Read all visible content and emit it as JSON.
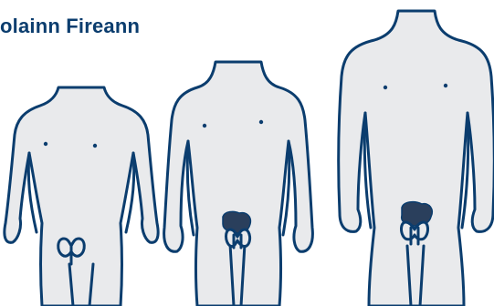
{
  "title": "olainn Fireann",
  "colors": {
    "outline": "#0b3d6e",
    "body_fill": "#e9eaec",
    "hair": "#2a3f5c",
    "title": "#0b3d6e"
  },
  "figures": [
    {
      "stage": "child"
    },
    {
      "stage": "adolescent"
    },
    {
      "stage": "adult"
    }
  ]
}
